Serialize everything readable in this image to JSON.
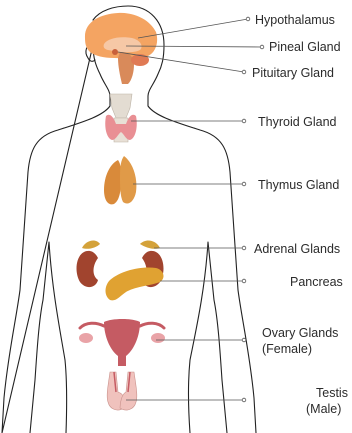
{
  "labels": {
    "hypothalamus": "Hypothalamus",
    "pineal": "Pineal Gland",
    "pituitary": "Pituitary Gland",
    "thyroid": "Thyroid Gland",
    "thymus": "Thymus Gland",
    "adrenal": "Adrenal Glands",
    "pancreas": "Pancreas",
    "ovary_line1": "Ovary Glands",
    "ovary_line2": "(Female)",
    "testis_line1": "Testis",
    "testis_line2": "(Male)"
  },
  "colors": {
    "brain": "#f4a462",
    "brain_inner": "#f6c8a6",
    "thyroid": "#e98f94",
    "cartilage": "#e3dcd2",
    "thymus": "#d98a3a",
    "kidney": "#a1442e",
    "adrenal": "#d4a23a",
    "pancreas": "#e0a232",
    "uterus": "#c55b63",
    "testis": "#f0c2bd",
    "line": "#555555"
  }
}
